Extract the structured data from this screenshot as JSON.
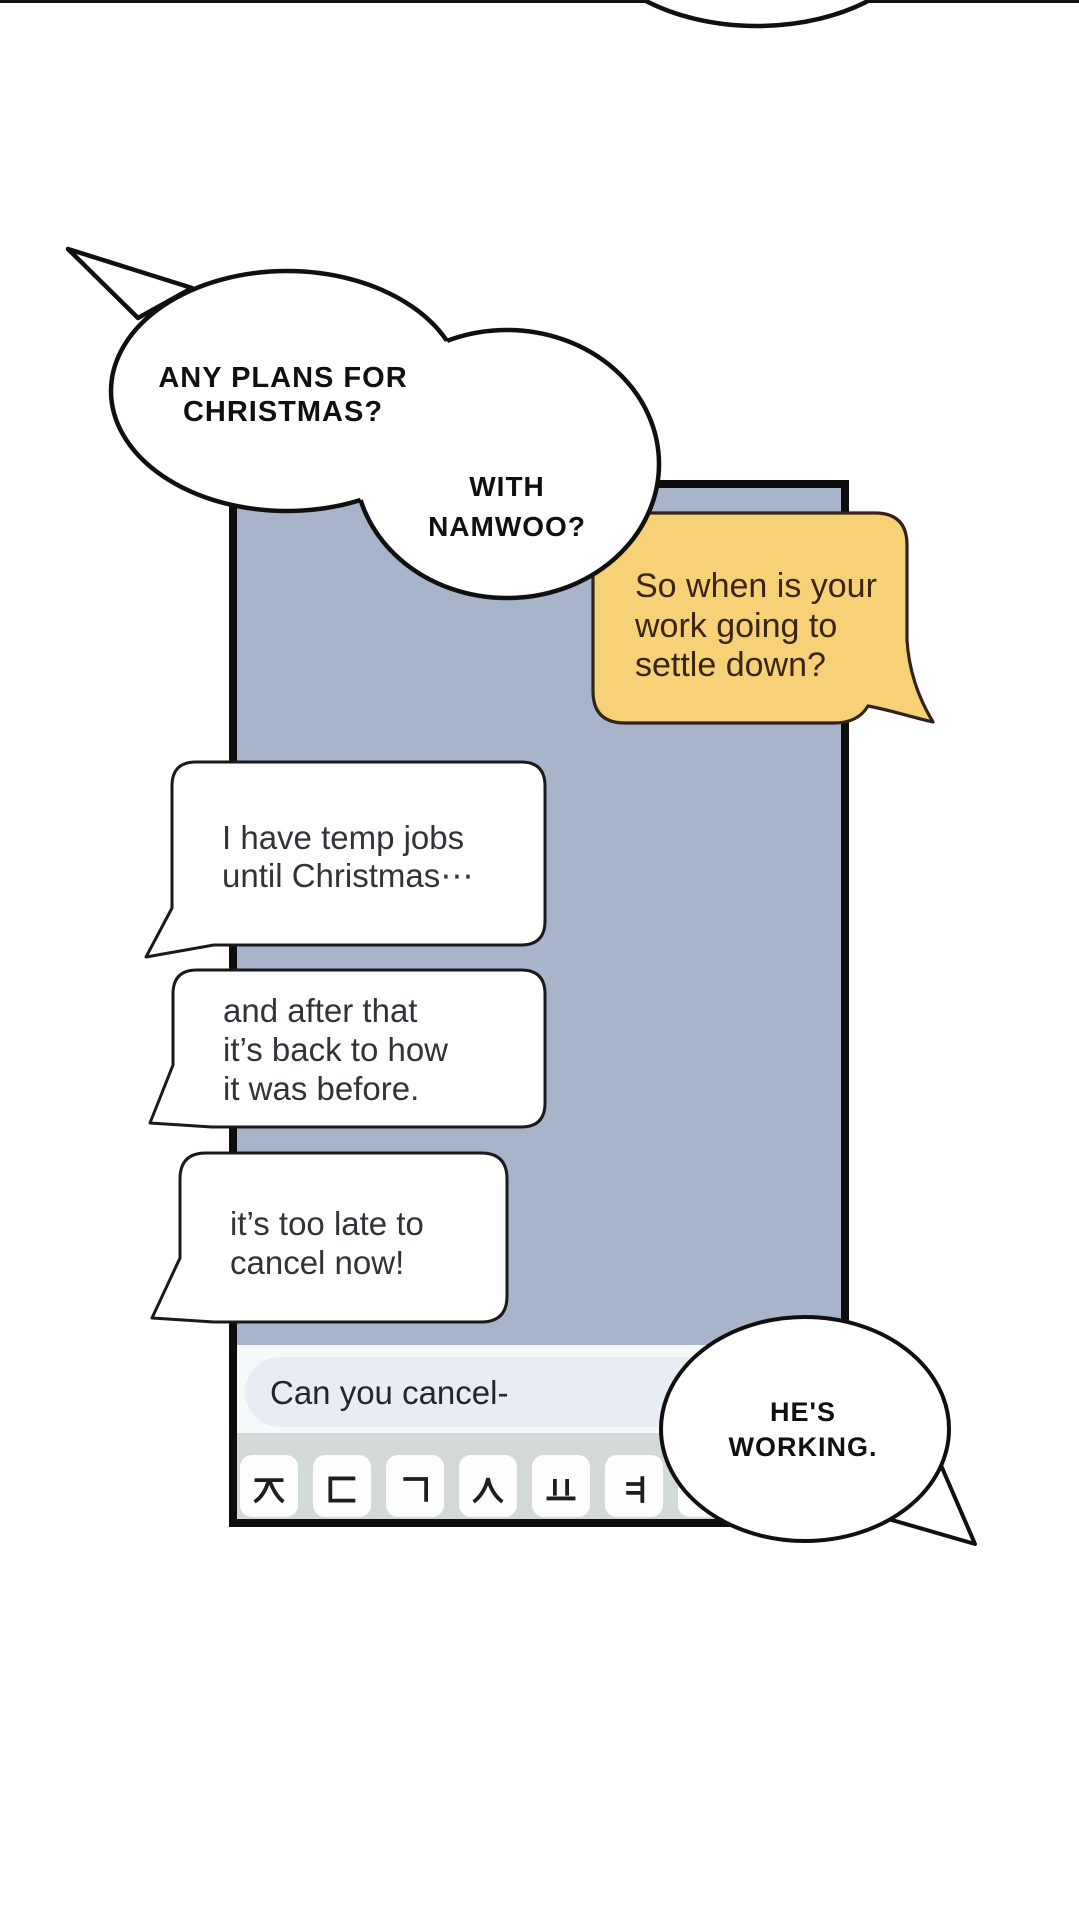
{
  "comic": {
    "bubble_any_plans": {
      "line1": "ANY PLANS FOR",
      "line2": "CHRISTMAS?"
    },
    "bubble_with_namwoo": {
      "line1": "WITH",
      "line2": "NAMWOO?"
    },
    "bubble_hes_working": {
      "line1": "HE'S",
      "line2": "WORKING."
    }
  },
  "phone": {
    "messages": {
      "sent": {
        "line1": "So when is your",
        "line2": "work going to",
        "line3": "settle down?"
      },
      "received_1": {
        "line1": "I have temp jobs",
        "line2": "until Christmas⋯"
      },
      "received_2": {
        "line1": "and after that",
        "line2": "it’s back to how",
        "line3": "it was before."
      },
      "received_3": {
        "line1": "it’s too late to",
        "line2": "cancel now!"
      }
    },
    "input_bar": {
      "text": "Can you cancel-"
    },
    "keyboard": {
      "keys": [
        "ㅈ",
        "ㄷ",
        "ㄱ",
        "ㅅ",
        "ㅛ",
        "ㅕ"
      ]
    }
  },
  "colors": {
    "screen-blue": "#a8b4ca",
    "bubble-yellow": "#f7d175",
    "bubble-yellow-outline": "#33221a",
    "keyboard-gray": "#d3d8d8",
    "input-bar-bg": "#f6f9f9",
    "input-pill-bg": "#e7edf2",
    "ink": "#111111"
  }
}
